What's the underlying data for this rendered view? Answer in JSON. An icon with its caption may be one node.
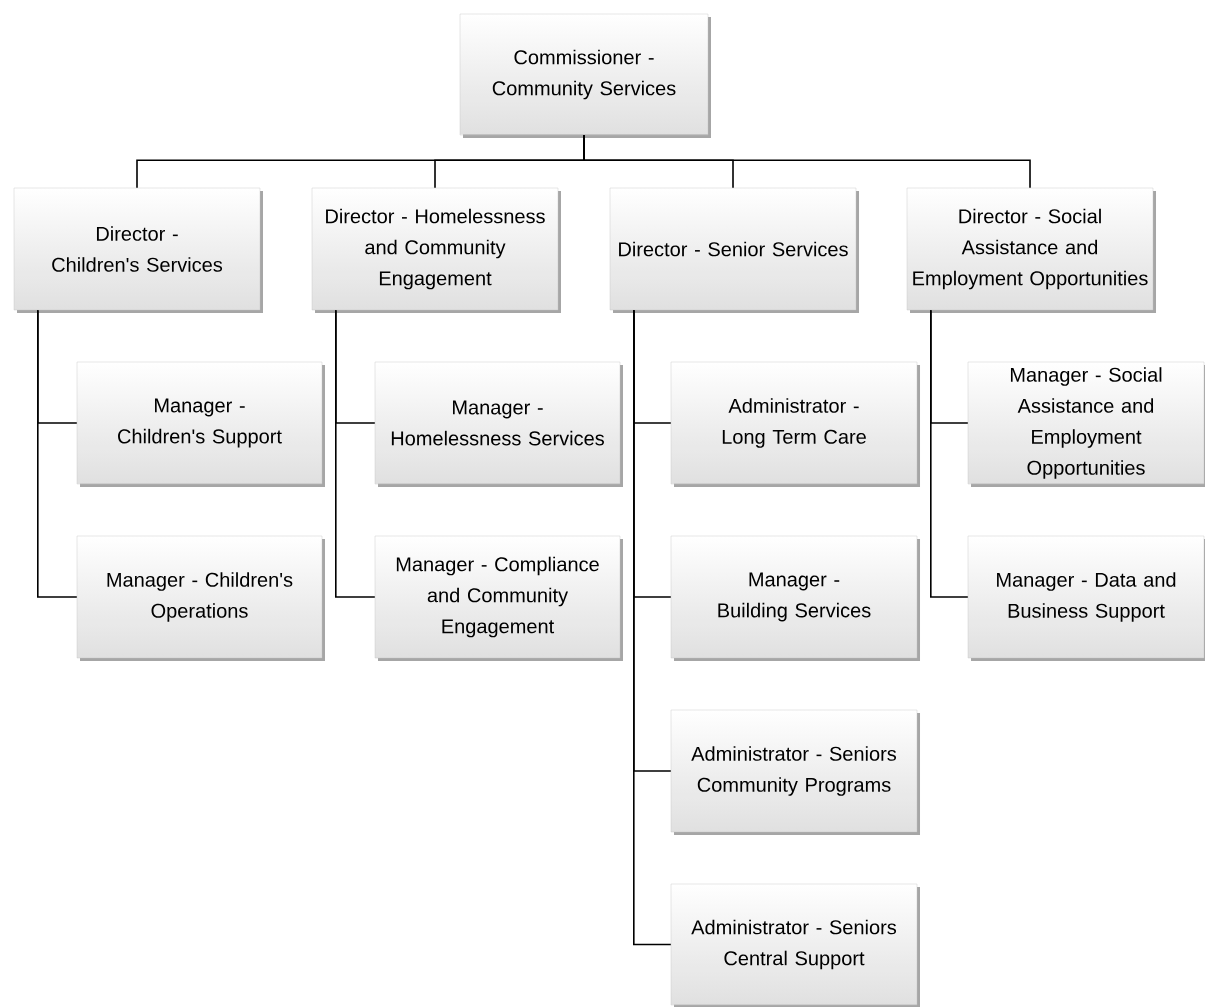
{
  "diagram": {
    "nodes": [
      {
        "text": [
          "Commissioner - Community Services"
        ]
      },
      {
        "text": [
          "Director - Children's Services"
        ]
      },
      {
        "text": [
          "Director - Homelessness and Community Engagement"
        ]
      },
      {
        "text": [
          "Director - Senior Services"
        ]
      },
      {
        "text": [
          "Director - Social Assistance and Employment Opportunities"
        ]
      },
      {
        "text": [
          "Manager - Children's Support"
        ]
      },
      {
        "text": [
          "Manager - Children's Operations"
        ]
      },
      {
        "text": [
          "Manager - Homelessness Services"
        ]
      },
      {
        "text": [
          "Manager - Compliance and Community Engagement"
        ]
      },
      {
        "text": [
          "Administrator - Long Term Care"
        ]
      },
      {
        "text": [
          "Manager - Building Services"
        ]
      },
      {
        "text": [
          "Administrator - Seniors Community Programs"
        ]
      },
      {
        "text": [
          "Administrator - Seniors Central Support"
        ]
      },
      {
        "text": [
          "Manager - Social Assistance and Employment Opportunities"
        ]
      },
      {
        "text": [
          "Manager - Data and Business Support"
        ]
      }
    ],
    "edges": [
      {
        "from": 0,
        "to": 1,
        "arrow": "none"
      },
      {
        "from": 0,
        "to": 2,
        "arrow": "none"
      },
      {
        "from": 0,
        "to": 3,
        "arrow": "none"
      },
      {
        "from": 0,
        "to": 4,
        "arrow": "none"
      },
      {
        "from": 1,
        "to": 5,
        "arrow": "none"
      },
      {
        "from": 1,
        "to": 6,
        "arrow": "none"
      },
      {
        "from": 2,
        "to": 7,
        "arrow": "none"
      },
      {
        "from": 2,
        "to": 8,
        "arrow": "none"
      },
      {
        "from": 3,
        "to": 9,
        "arrow": "none"
      },
      {
        "from": 3,
        "to": 10,
        "arrow": "none"
      },
      {
        "from": 3,
        "to": 11,
        "arrow": "none"
      },
      {
        "from": 3,
        "to": 12,
        "arrow": "none"
      },
      {
        "from": 4,
        "to": 13,
        "arrow": "none"
      },
      {
        "from": 4,
        "to": 14,
        "arrow": "none"
      }
    ]
  }
}
